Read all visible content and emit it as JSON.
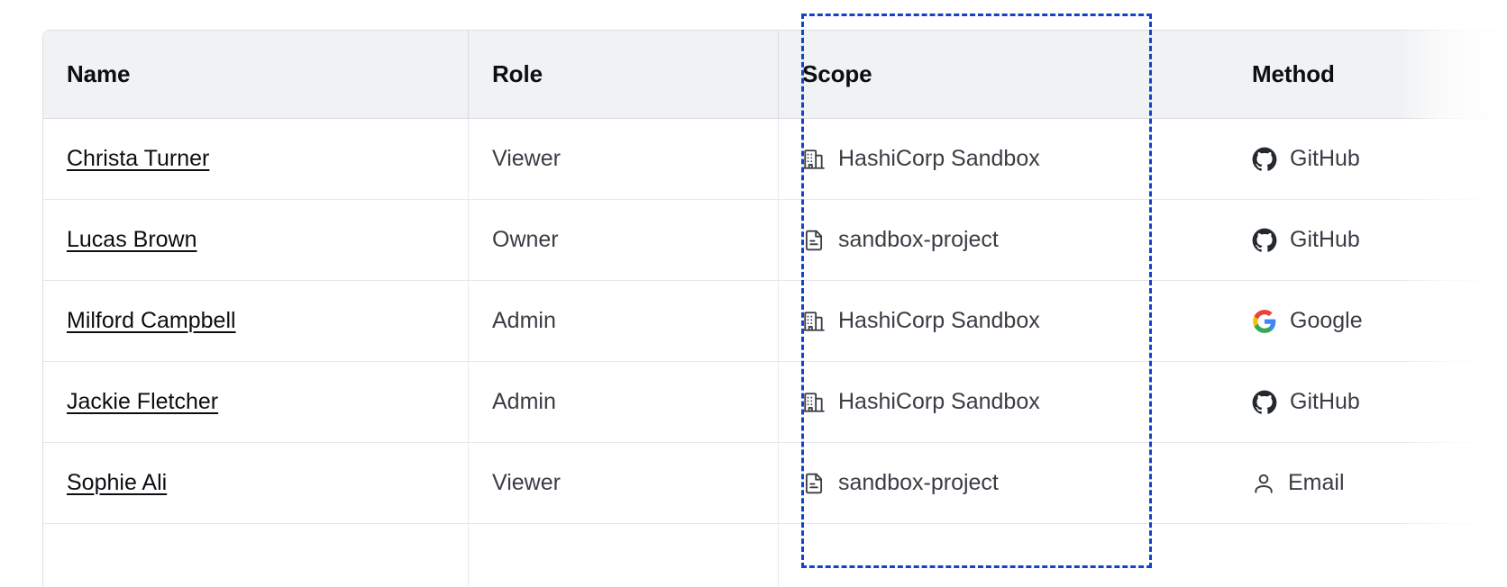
{
  "table": {
    "columns": [
      {
        "key": "name",
        "label": "Name"
      },
      {
        "key": "role",
        "label": "Role"
      },
      {
        "key": "scope",
        "label": "Scope"
      },
      {
        "key": "spacer",
        "label": ""
      },
      {
        "key": "method",
        "label": "Method"
      }
    ],
    "rows": [
      {
        "name": "Christa Turner",
        "role": "Viewer",
        "scope": "HashiCorp Sandbox",
        "scope_icon": "org-building-icon",
        "method": "GitHub",
        "method_icon": "github-icon"
      },
      {
        "name": "Lucas Brown",
        "role": "Owner",
        "scope": "sandbox-project",
        "scope_icon": "project-document-icon",
        "method": "GitHub",
        "method_icon": "github-icon"
      },
      {
        "name": "Milford Campbell",
        "role": "Admin",
        "scope": "HashiCorp Sandbox",
        "scope_icon": "org-building-icon",
        "method": "Google",
        "method_icon": "google-icon"
      },
      {
        "name": "Jackie Fletcher",
        "role": "Admin",
        "scope": "HashiCorp Sandbox",
        "scope_icon": "org-building-icon",
        "method": "GitHub",
        "method_icon": "github-icon"
      },
      {
        "name": "Sophie Ali",
        "role": "Viewer",
        "scope": "sandbox-project",
        "scope_icon": "project-document-icon",
        "method": "Email",
        "method_icon": "user-person-icon"
      },
      {
        "name": "",
        "role": "",
        "scope": "",
        "scope_icon": "",
        "method": "",
        "method_icon": ""
      }
    ]
  },
  "highlight": {
    "target_column": "Scope",
    "style": "dashed-rectangle",
    "color": "#1144cc"
  },
  "colors": {
    "header_background": "#f1f2f4",
    "header_text": "#0c0e11",
    "row_background": "#ffffff",
    "body_text": "#3b3d45",
    "link_text": "#0c0e11",
    "border": "#e6e8eb",
    "header_border": "#d6d9de",
    "highlight": "#1144cc",
    "github_icon": "#24292f",
    "google_blue": "#4285f4",
    "google_green": "#34a853",
    "google_yellow": "#fbbc05",
    "google_red": "#ea4335"
  }
}
